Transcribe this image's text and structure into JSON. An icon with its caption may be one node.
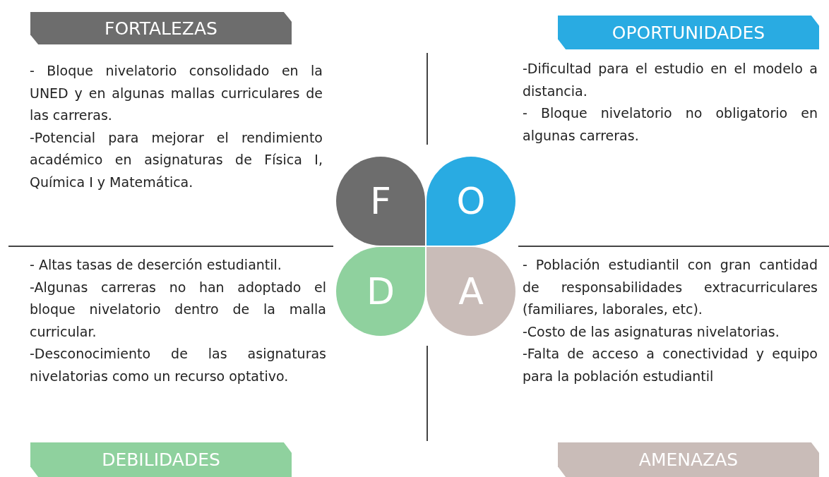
{
  "diagram": {
    "nodes": [
      {
        "text": [
          "FORTALEZAS"
        ]
      },
      {
        "text": [
          "OPORTUNIDADES"
        ]
      },
      {
        "text": [
          "F"
        ]
      },
      {
        "text": [
          "O"
        ]
      },
      {
        "text": [
          "D"
        ]
      },
      {
        "text": [
          "A"
        ]
      },
      {
        "text": [
          "DEBILIDADES"
        ]
      },
      {
        "text": [
          "AMENAZAS"
        ]
      }
    ],
    "labels": [
      "- Bloque nivelatorio consolidado en la UNED y en algunas mallas curriculares de las carreras.",
      "-Potencial para mejorar el rendimiento académico en asignaturas de Física I, Química I y Matemática.",
      "-Dificultad para el estudio en el modelo a distancia.",
      "- Bloque nivelatorio no obligatorio en algunas carreras.",
      "- Altas tasas de deserción estudiantil.",
      "-Algunas carreras no han adoptado el bloque nivelatorio dentro de la malla curricular.",
      "-Desconocimiento de las asignaturas nivelatorias como un recurso optativo.",
      "- Población estudiantil con gran cantidad de responsabilidades extracurriculares (familiares, laborales, etc).",
      "-Costo de las asignaturas nivelatorias.",
      "-Falta de acceso a conectividad y equipo para la población estudiantil"
    ]
  }
}
